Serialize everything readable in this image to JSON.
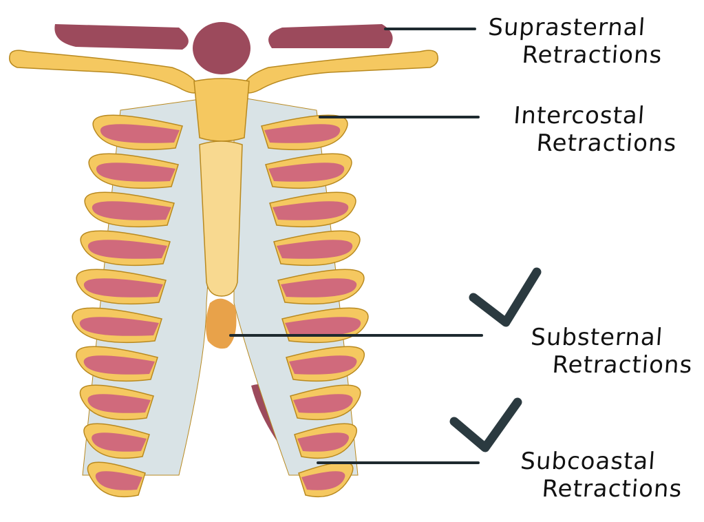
{
  "labels": {
    "suprasternal": {
      "line1": "Suprasternal",
      "line2": "Retractions"
    },
    "intercostal": {
      "line1": "Intercostal",
      "line2": "Retractions"
    },
    "substernal": {
      "line1": "Substernal",
      "line2": "Retractions"
    },
    "subcoastal": {
      "line1": "Subcoastal",
      "line2": "Retractions"
    }
  },
  "checked": [
    "substernal",
    "subcoastal"
  ],
  "colors": {
    "bone": "#f5c860",
    "bone_light": "#f8d990",
    "bone_outline": "#b8891f",
    "muscle": "#d06a7c",
    "muscle_dark": "#9c4a5c",
    "cartilage": "#d9e3e6",
    "leader_line": "#1e2a2f",
    "checkmark": "#2b3a40",
    "xiphoid": "#e8a24a"
  }
}
